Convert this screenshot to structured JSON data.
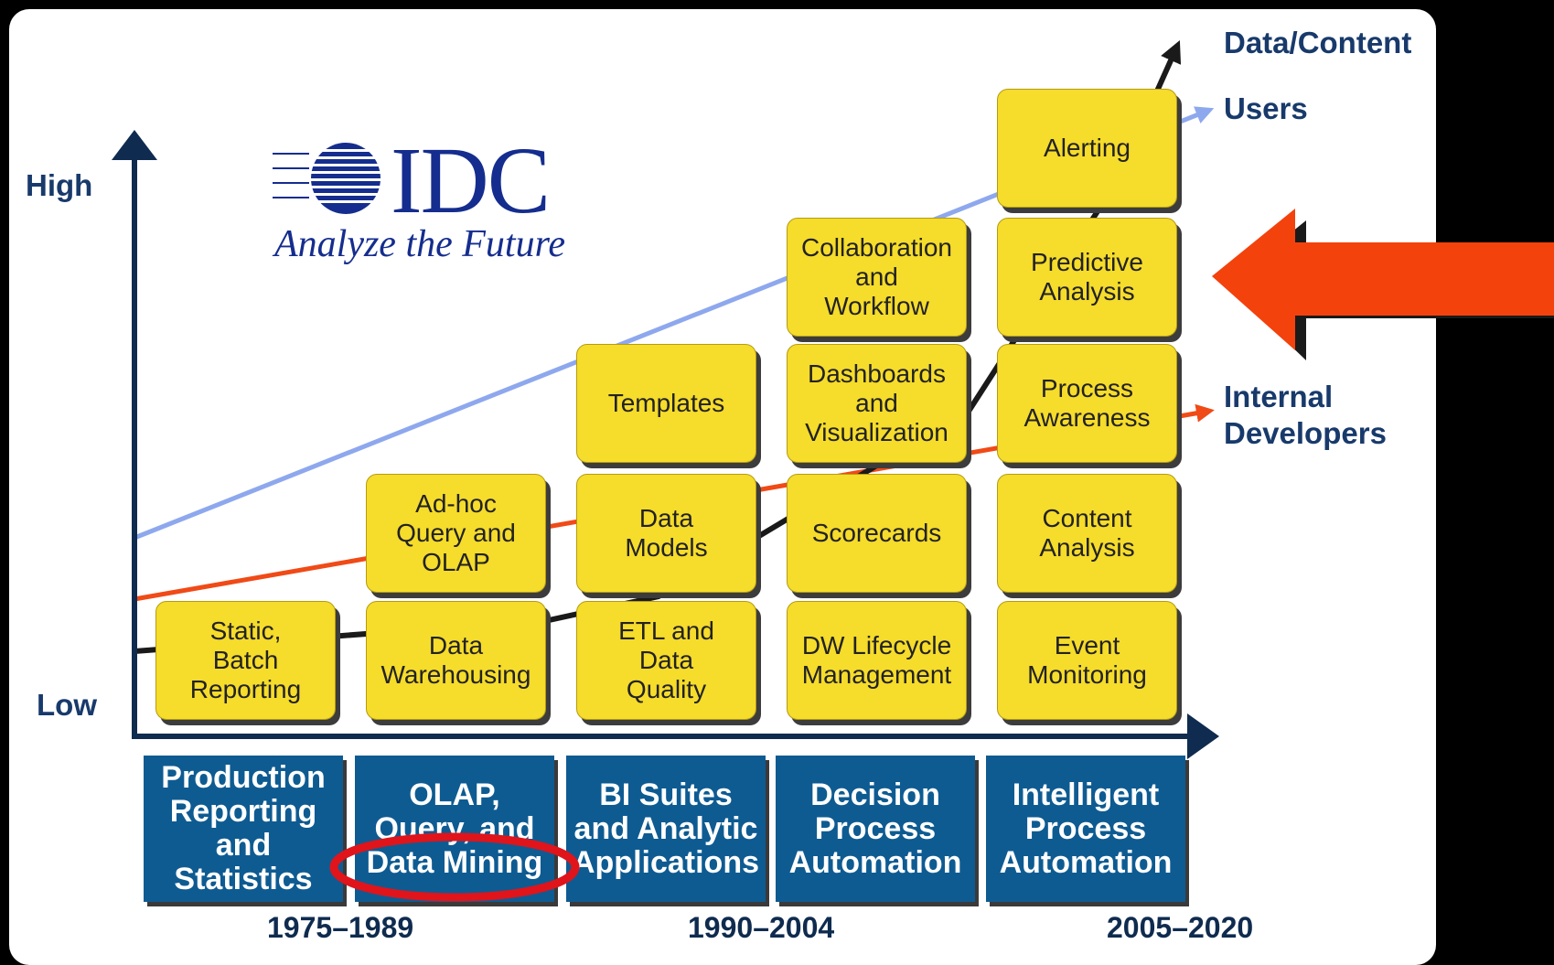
{
  "axis": {
    "high": "High",
    "low": "Low"
  },
  "logo": {
    "name": "IDC",
    "tagline": "Analyze the Future",
    "color": "#152d8e"
  },
  "legend": {
    "data_content": "Data/Content",
    "users": "Users",
    "internal_developers": "Internal\nDevelopers"
  },
  "line_colors": {
    "data_content": "#1a1a1a",
    "users": "#8ea8ee",
    "internal_developers": "#f04a17"
  },
  "boxes": {
    "static": "Static,\nBatch\nReporting",
    "data_warehousing": "Data\nWarehousing",
    "adhoc": "Ad-hoc\nQuery and\nOLAP",
    "etl": "ETL and\nData\nQuality",
    "data_models": "Data\nModels",
    "templates": "Templates",
    "dw_lifecycle": "DW Lifecycle\nManagement",
    "scorecards": "Scorecards",
    "dashboards": "Dashboards\nand\nVisualization",
    "collaboration": "Collaboration\nand\nWorkflow",
    "event_monitoring": "Event\nMonitoring",
    "content_analysis": "Content\nAnalysis",
    "process_awareness": "Process\nAwareness",
    "predictive": "Predictive\nAnalysis",
    "alerting": "Alerting"
  },
  "categories": {
    "production": "Production\nReporting\nand\nStatistics",
    "olap": "OLAP,\nQuery, and\nData Mining",
    "bi_suites": "BI Suites\nand Analytic\nApplications",
    "decision": "Decision\nProcess\nAutomation",
    "intelligent": "Intelligent\nProcess\nAutomation"
  },
  "years": {
    "first": "1975–1989",
    "second": "1990–2004",
    "third": "2005–2020"
  },
  "annotation_colors": {
    "highlight_oval": "#e0141b",
    "pointer_arrow": "#f4420d"
  }
}
